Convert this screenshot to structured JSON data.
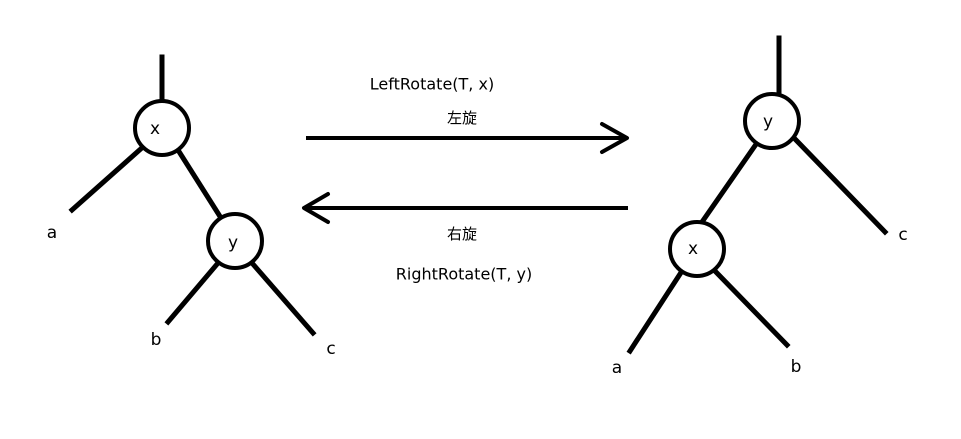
{
  "left_tree": {
    "root": "x",
    "child": "y",
    "leaf_a": "a",
    "leaf_b": "b",
    "leaf_c": "c"
  },
  "right_tree": {
    "root": "y",
    "child": "x",
    "leaf_a": "a",
    "leaf_b": "b",
    "leaf_c": "c"
  },
  "left_rotate": {
    "label": "LeftRotate(T, x)",
    "chinese": "左旋"
  },
  "right_rotate": {
    "label": "RightRotate(T, y)",
    "chinese": "右旋"
  }
}
